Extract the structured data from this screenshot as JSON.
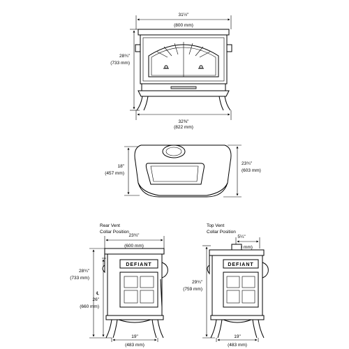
{
  "front_view": {
    "width_top": "31½\"",
    "width_top_mm": "(800 mm)",
    "height": "28¾\"",
    "height_mm": "(733 mm)",
    "width_base": "32⅜\"",
    "width_base_mm": "(822 mm)"
  },
  "top_view": {
    "depth_left": "18\"",
    "depth_left_mm": "(457 mm)",
    "depth_right": "23¾\"",
    "depth_right_mm": "(603 mm)"
  },
  "rear_vent": {
    "label_line1": "Rear Vent",
    "label_line2": "Collar Position",
    "depth": "23¾\"",
    "depth_mm": "(600 mm)",
    "height": "28¾\"",
    "height_mm": "(733 mm)",
    "centerline": "℄",
    "collar_height": "26\"",
    "collar_height_mm": "(660 mm)",
    "legs": "19\"",
    "legs_mm": "(483 mm)",
    "brand": "DEFIANT"
  },
  "top_vent": {
    "label_line1": "Top Vent",
    "label_line2": "Collar Position",
    "offset": "5¼\"",
    "offset_mm": "(130 mm)",
    "height": "29¾\"",
    "height_mm": "(759 mm)",
    "legs": "19\"",
    "legs_mm": "(483 mm)",
    "brand": "DEFIANT"
  }
}
